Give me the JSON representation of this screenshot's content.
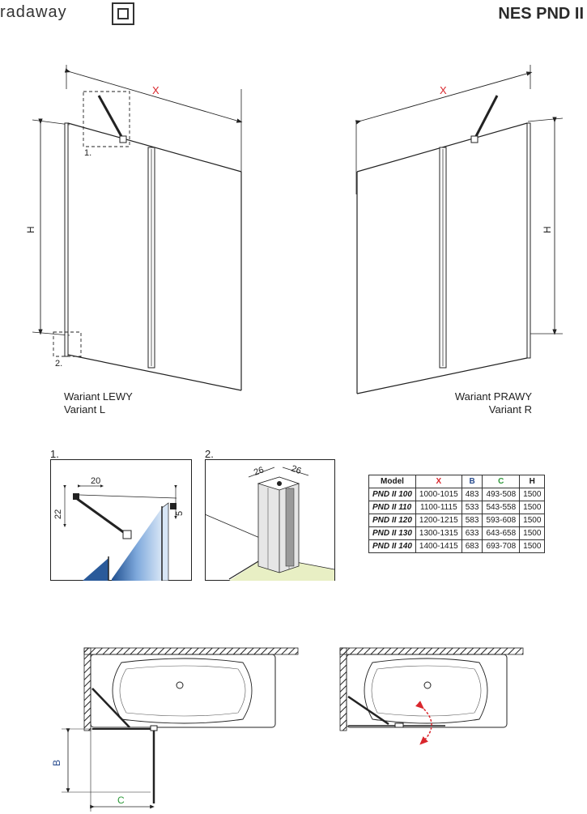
{
  "brand": {
    "logo_text": "radaway"
  },
  "title": "NES PND II",
  "variants": {
    "left": {
      "line1": "Wariant LEWY",
      "line2": "Variant L"
    },
    "right": {
      "line1": "Wariant PRAWY",
      "line2": "Variant R"
    }
  },
  "dimension_labels": {
    "x": "X",
    "h": "H",
    "b": "B",
    "c": "C"
  },
  "detail_markers": {
    "one": "1.",
    "two": "2."
  },
  "detail_dimensions": {
    "d20": "20",
    "d22": "22",
    "d5": "5",
    "d26a": "26",
    "d26b": "26"
  },
  "colors": {
    "x_header": "#d9262c",
    "b_header": "#2a4d8f",
    "c_header": "#2e9a3a",
    "b_label": "#2a4d8f",
    "c_label": "#2e9a3a",
    "arrow": "#d9262c"
  },
  "table": {
    "headers": [
      "Model",
      "X",
      "B",
      "C",
      "H"
    ],
    "rows": [
      [
        "PND II 100",
        "1000-1015",
        "483",
        "493-508",
        "1500"
      ],
      [
        "PND II 110",
        "1100-1115",
        "533",
        "543-558",
        "1500"
      ],
      [
        "PND II 120",
        "1200-1215",
        "583",
        "593-608",
        "1500"
      ],
      [
        "PND II 130",
        "1300-1315",
        "633",
        "643-658",
        "1500"
      ],
      [
        "PND II 140",
        "1400-1415",
        "683",
        "693-708",
        "1500"
      ]
    ]
  }
}
